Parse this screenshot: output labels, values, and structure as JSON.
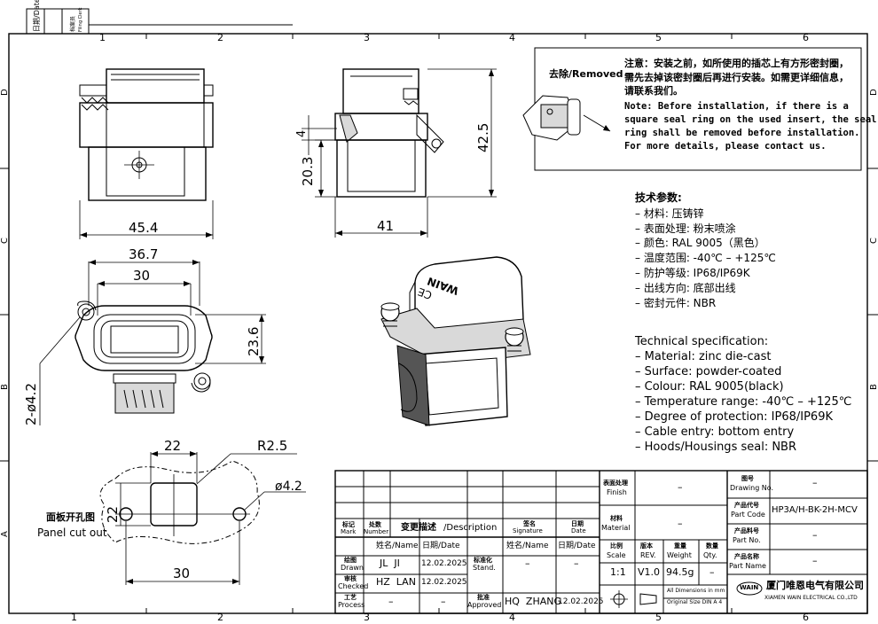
{
  "border": {
    "top_zones": [
      "1",
      "2",
      "3",
      "4",
      "5",
      "6"
    ],
    "bottom_zones": [
      "1",
      "2",
      "3",
      "4",
      "5",
      "6"
    ],
    "side_rows": [
      "D",
      "C",
      "B",
      "A"
    ],
    "filing": {
      "date_label": "日期/Date",
      "check_cn": "档案员",
      "check_en": "Filing Clerk"
    }
  },
  "dimensions": {
    "front_width": "45.4",
    "side_width": "41",
    "side_height": "42.5",
    "side_lower": "20.3",
    "side_small": "4",
    "flange_outer": "36.7",
    "flange_inner": "30",
    "flange_height": "23.6",
    "hole_note": "2-ø4.2",
    "cutout_top": "22",
    "cutout_radius": "R2.5",
    "cutout_left": "22",
    "cutout_hole": "ø4.2",
    "cutout_bottom": "30"
  },
  "panel_cutout": {
    "title_cn": "面板开孔图",
    "title_en": "Panel cut out"
  },
  "notice": {
    "removed_label": "去除/Removed",
    "cn_lines": [
      "注意：安装之前，如所使用的插芯上有方形密封圈，",
      "需先去掉该密封圈后再进行安装。如需更详细信息，",
      "请联系我们。"
    ],
    "en_lines": [
      "Note: Before installation, if there is a",
      "square seal ring on the used insert, the seal",
      "ring shall be removed before installation.",
      "For more details, please contact us."
    ]
  },
  "tech_cn": {
    "title": "技术参数:",
    "lines": [
      "– 材料: 压铸锌",
      "– 表面处理: 粉末喷涂",
      "– 颜色: RAL 9005（黑色）",
      "– 温度范围: -40℃ – +125℃",
      "– 防护等级: IP68/IP69K",
      "– 出线方向: 底部出线",
      "– 密封元件: NBR"
    ]
  },
  "tech_en": {
    "title": "Technical specification:",
    "lines": [
      "– Material: zinc die-cast",
      "– Surface: powder-coated",
      "– Colour: RAL 9005(black)",
      "– Temperature range: -40℃ – +125℃",
      "– Degree of protection: IP68/IP69K",
      "– Cable entry: bottom entry",
      "– Hoods/Housings seal: NBR"
    ]
  },
  "title_block": {
    "rev_headers": {
      "mark_cn": "标记",
      "mark_en": "Mark",
      "number_cn": "处数",
      "number_en": "Number",
      "desc_cn": "变更描述",
      "desc_en": "/Description",
      "sig_cn": "签名",
      "sig_en": "Signature",
      "date_cn": "日期",
      "date_en": "Date"
    },
    "name_header": "姓名/Name",
    "date_header": "日期/Date",
    "drawn": {
      "cn": "绘图",
      "en": "Drawn",
      "name": "JL  JI",
      "date": "12.02.2025"
    },
    "checked": {
      "cn": "审核",
      "en": "Checked",
      "name": "HZ  LAN",
      "date": "12.02.2025"
    },
    "process": {
      "cn": "工艺",
      "en": "Process",
      "name": "–",
      "date": "–"
    },
    "standard": {
      "cn": "标准化",
      "en": "Stand.",
      "name": "–",
      "date": "–"
    },
    "approved": {
      "cn": "批准",
      "en": "Approved",
      "name": "HQ  ZHANG",
      "date": "12.02.2025"
    },
    "finish": {
      "cn": "表面处理",
      "en": "Finish",
      "value": "–"
    },
    "material": {
      "cn": "材料",
      "en": "Material",
      "value": "–"
    },
    "scale": {
      "cn": "比例",
      "en": "Scale",
      "value": "1:1"
    },
    "rev": {
      "cn": "版本",
      "en": "REV.",
      "value": "V1.0"
    },
    "weight": {
      "cn": "重量",
      "en": "Weight",
      "value": "94.5g"
    },
    "qty": {
      "cn": "数量",
      "en": "Qty.",
      "value": "–"
    },
    "drawing_no": {
      "cn": "图号",
      "en": "Drawing No.",
      "value": "–"
    },
    "part_code": {
      "cn": "产品代号",
      "en": "Part Code",
      "value": "HP3A/H-BK-2H-MCV"
    },
    "part_no": {
      "cn": "产品料号",
      "en": "Part No.",
      "value": "–"
    },
    "part_name": {
      "cn": "产品名称",
      "en": "Part Name",
      "value": "–"
    },
    "dims_note": {
      "line1": "All Dimensions in mm",
      "line2": "Original Size DIN A 4"
    },
    "company": {
      "logo": "WAIN",
      "cn": "厦门唯恩电气有限公司",
      "en": "XIAMEN WAIN ELECTRICAL CO.,LTD"
    }
  },
  "part_marking": {
    "brand": "WAIN",
    "mark": "CE"
  }
}
